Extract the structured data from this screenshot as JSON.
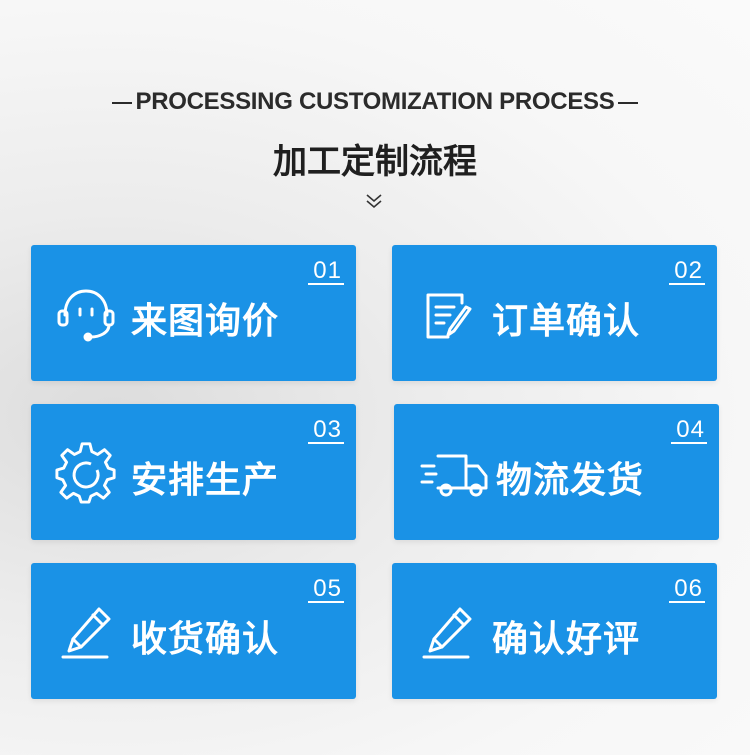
{
  "header": {
    "title_en": "PROCESSING CUSTOMIZATION PROCESS",
    "title_cn": "加工定制流程"
  },
  "steps": [
    {
      "number": "01",
      "label": "来图询价",
      "icon": "customer-service-headset-icon"
    },
    {
      "number": "02",
      "label": "订单确认",
      "icon": "document-edit-icon"
    },
    {
      "number": "03",
      "label": "安排生产",
      "icon": "gear-icon"
    },
    {
      "number": "04",
      "label": "物流发货",
      "icon": "delivery-truck-icon"
    },
    {
      "number": "05",
      "label": "收货确认",
      "icon": "pencil-icon"
    },
    {
      "number": "06",
      "label": "确认好评",
      "icon": "pencil-icon"
    }
  ],
  "colors": {
    "card": "#1a92e6",
    "text_dark": "#1f1f1f",
    "text_on_card": "#ffffff"
  }
}
